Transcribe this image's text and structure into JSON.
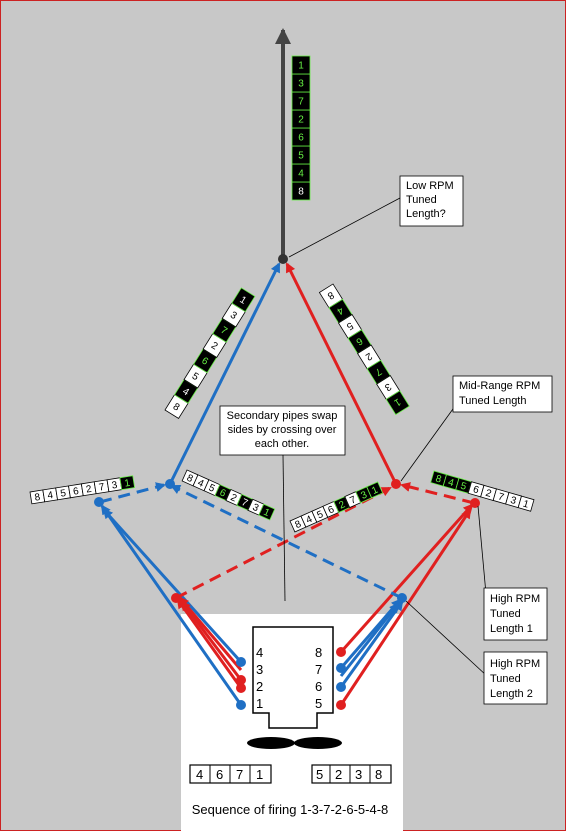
{
  "colors": {
    "background": "#c8c8c8",
    "frame": "#cc2222",
    "blue": "#1f6fc4",
    "red": "#e02020",
    "trunk": "#444444",
    "cell_dark": "#000000",
    "cell_light": "#ffffff",
    "digit_green": "#66ee44"
  },
  "callouts": {
    "low_rpm": [
      "Low RPM",
      "Tuned",
      "Length?"
    ],
    "mid_rpm": [
      "Mid-Range RPM",
      "Tuned Length"
    ],
    "secondary": [
      "Secondary pipes swap",
      "sides by crossing over",
      "each other."
    ],
    "high_rpm_1": [
      "High RPM",
      "Tuned",
      "Length 1"
    ],
    "high_rpm_2": [
      "High RPM",
      "Tuned",
      "Length 2"
    ]
  },
  "engine": {
    "left_bank": [
      "4",
      "3",
      "2",
      "1"
    ],
    "right_bank": [
      "8",
      "7",
      "6",
      "5"
    ]
  },
  "bank_sequences": {
    "left": [
      "4",
      "6",
      "7",
      "1"
    ],
    "right": [
      "5",
      "2",
      "3",
      "8"
    ]
  },
  "firing_sequence": "Sequence of firing 1-3-7-2-6-5-4-8",
  "pulse_strips": {
    "top_vertical": [
      "8",
      "4",
      "5",
      "6",
      "2",
      "7",
      "3",
      "1"
    ],
    "upper_left": [
      "8",
      "4",
      "5",
      "6",
      "2",
      "7",
      "3",
      "1"
    ],
    "upper_right": [
      "8",
      "4",
      "5",
      "6",
      "2",
      "7",
      "3",
      "1"
    ],
    "far_left": [
      "8",
      "4",
      "5",
      "6",
      "2",
      "7",
      "3",
      "1"
    ],
    "left_center": [
      "8",
      "4",
      "5",
      "6",
      "2",
      "7",
      "3",
      "1"
    ],
    "right_center": [
      "8",
      "4",
      "5",
      "6",
      "2",
      "7",
      "3",
      "1"
    ],
    "far_right": [
      "8",
      "4",
      "5",
      "6",
      "2",
      "7",
      "3",
      "1"
    ]
  }
}
